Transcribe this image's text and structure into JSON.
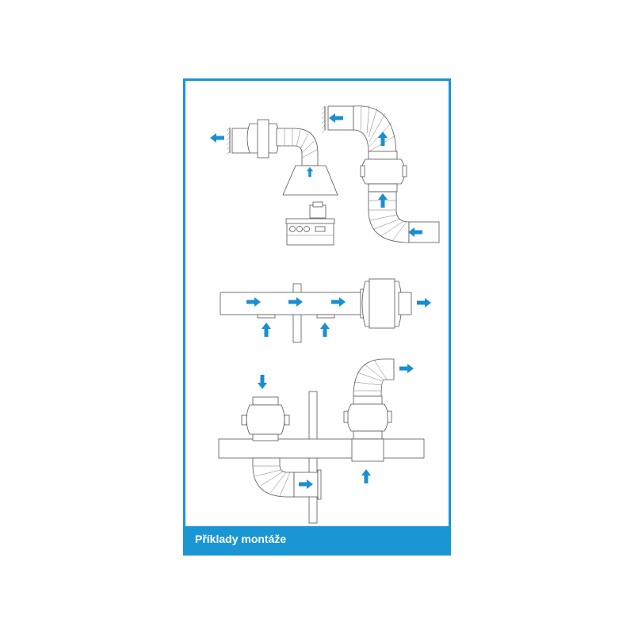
{
  "caption": "Příklady montáže",
  "colors": {
    "frame": "#1a96d4",
    "arrow": "#1a8fcf",
    "line": "#555555"
  },
  "diagrams": [
    {
      "name": "kitchen-hood-installation"
    },
    {
      "name": "wall-outlet-u-bend-installation"
    },
    {
      "name": "duct-multi-inlet-installation"
    },
    {
      "name": "wall-elbow-installation"
    }
  ]
}
